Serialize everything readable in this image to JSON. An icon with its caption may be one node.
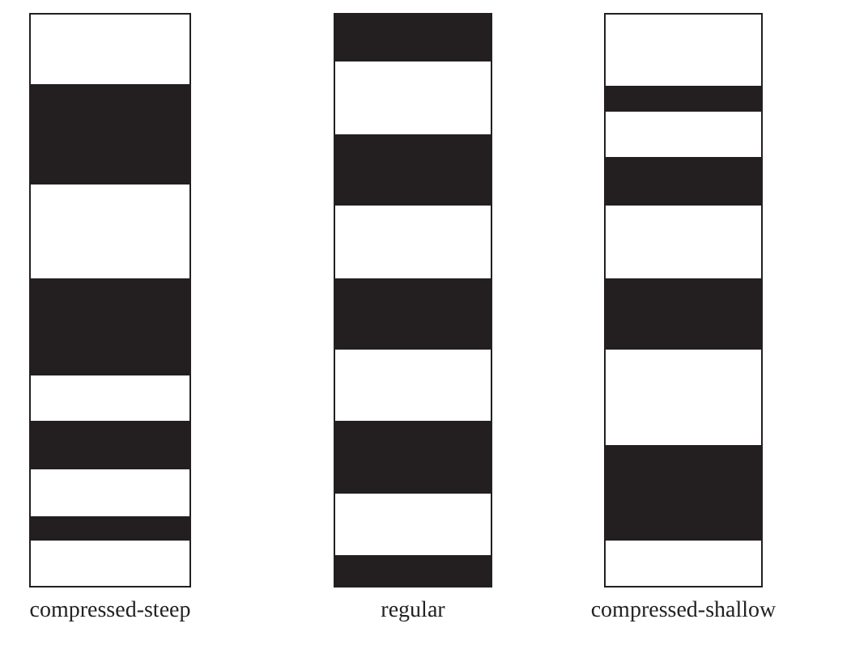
{
  "diagram": {
    "labels": [
      "compressed-steep",
      "regular",
      "compressed-shallow"
    ]
  }
}
